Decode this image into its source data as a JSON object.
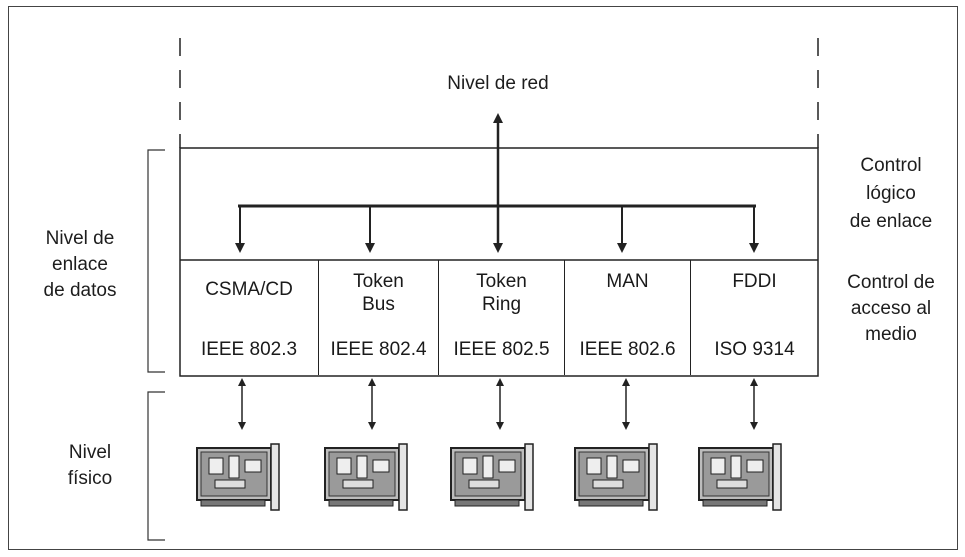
{
  "network_level": "Nivel de red",
  "llc_label": [
    "Control",
    "lógico",
    "de enlace"
  ],
  "mac_label": [
    "Control de",
    "acceso al",
    "medio"
  ],
  "data_link_label": [
    "Nivel de",
    "enlace",
    "de datos"
  ],
  "physical_label": [
    "Nivel",
    "físico"
  ],
  "protocols": [
    {
      "name": [
        "CSMA/CD"
      ],
      "standard": "IEEE 802.3"
    },
    {
      "name": [
        "Token",
        "Bus"
      ],
      "standard": "IEEE 802.4"
    },
    {
      "name": [
        "Token",
        "Ring"
      ],
      "standard": "IEEE 802.5"
    },
    {
      "name": [
        "MAN"
      ],
      "standard": "IEEE 802.6"
    },
    {
      "name": [
        "FDDI"
      ],
      "standard": "ISO 9314"
    }
  ],
  "card_icon": "network-card-icon"
}
